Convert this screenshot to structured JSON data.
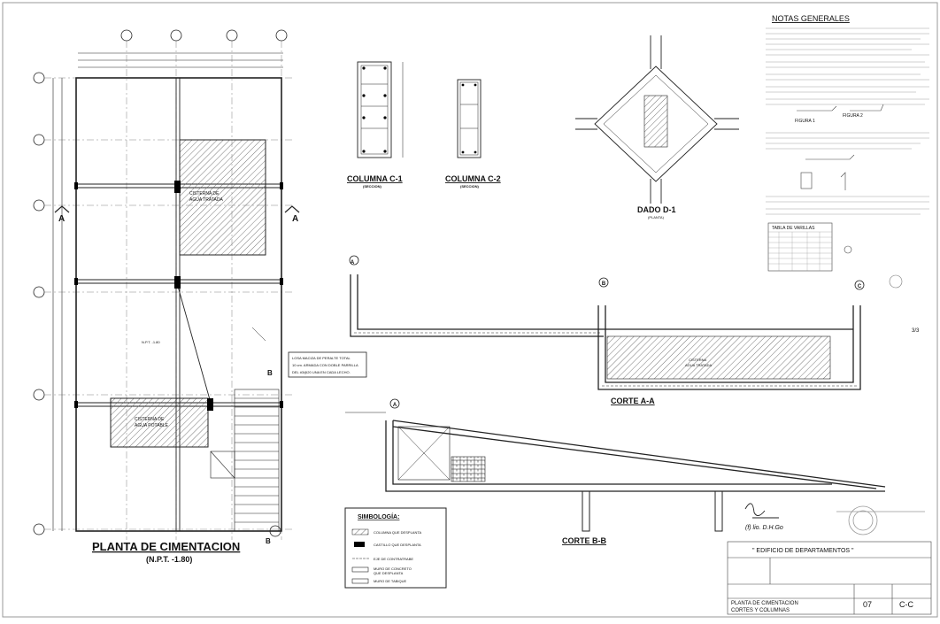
{
  "plan": {
    "title": "PLANTA DE CIMENTACION",
    "subtitle": "(N.P.T. -1.80)",
    "cistern_treated": "CISTERNA DE\nAGUA TRATADA",
    "cistern_potable": "CISTERNA DE\nAGUA POTABLE",
    "level_mark": "N.P.T. -1.80",
    "section_a": "A",
    "section_b": "B",
    "note_losa": "LOSA MACIZA DE PERALTE TOTAL\n10 cm. ARMADA CON DOBLE PARRILLA\nDEL #3@20 UNA EN CADA LECHO."
  },
  "columns": {
    "c1_title": "COLUMNA C-1",
    "c1_sub": "(SECCION)",
    "c2_title": "COLUMNA C-2",
    "c2_sub": "(SECCION)"
  },
  "dado": {
    "title": "DADO D-1",
    "sub": "(PLANTA)"
  },
  "sections": {
    "aa_title": "CORTE A-A",
    "bb_title": "CORTE B-B",
    "cistern_label": "CISTERNA\nAGUA TRATADA"
  },
  "notes": {
    "title": "NOTAS GENERALES",
    "figura1": "FIGURA 1",
    "figura2": "FIGURA 2",
    "table_title": "TABLA DE VARILLAS"
  },
  "legend": {
    "title": "SIMBOLOGÍA:",
    "items": [
      "COLUMNA QUE DESPLANTA",
      "CASTILLO QUE DESPLANTA",
      "EJE DE CONTRATRABE",
      "MURO DE CONCRETO\nQUE DESPLANTA",
      "MURO DE TABIQUE"
    ]
  },
  "titleblock": {
    "project": "\" EDIFICIO DE DEPARTAMENTOS \"",
    "plan_name_1": "PLANTA DE CIMENTACION",
    "plan_name_2": "CORTES Y COLUMNAS",
    "sheet_no": "07",
    "code": "C-C"
  },
  "signature": "(f) lio. D.H.Go",
  "side_mark": "3/3"
}
